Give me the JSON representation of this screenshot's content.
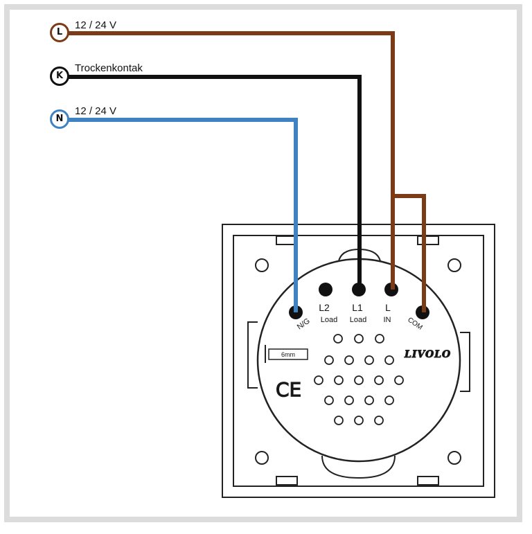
{
  "wires": [
    {
      "key": "L",
      "badge": "L",
      "label": "12 / 24 V",
      "color": "#7a3b16"
    },
    {
      "key": "K",
      "badge": "K",
      "label": "Trockenkontak",
      "color": "#111111"
    },
    {
      "key": "N",
      "badge": "N",
      "label": "12 / 24 V",
      "color": "#3f82c4"
    }
  ],
  "terminals": [
    {
      "name": "N/G",
      "sub": ""
    },
    {
      "name": "L2",
      "sub": "Load"
    },
    {
      "name": "L1",
      "sub": "Load"
    },
    {
      "name": "L",
      "sub": "IN"
    },
    {
      "name": "COM",
      "sub": ""
    }
  ],
  "brand": "LIVOLO",
  "gauge": "6mm",
  "ce": "CE"
}
